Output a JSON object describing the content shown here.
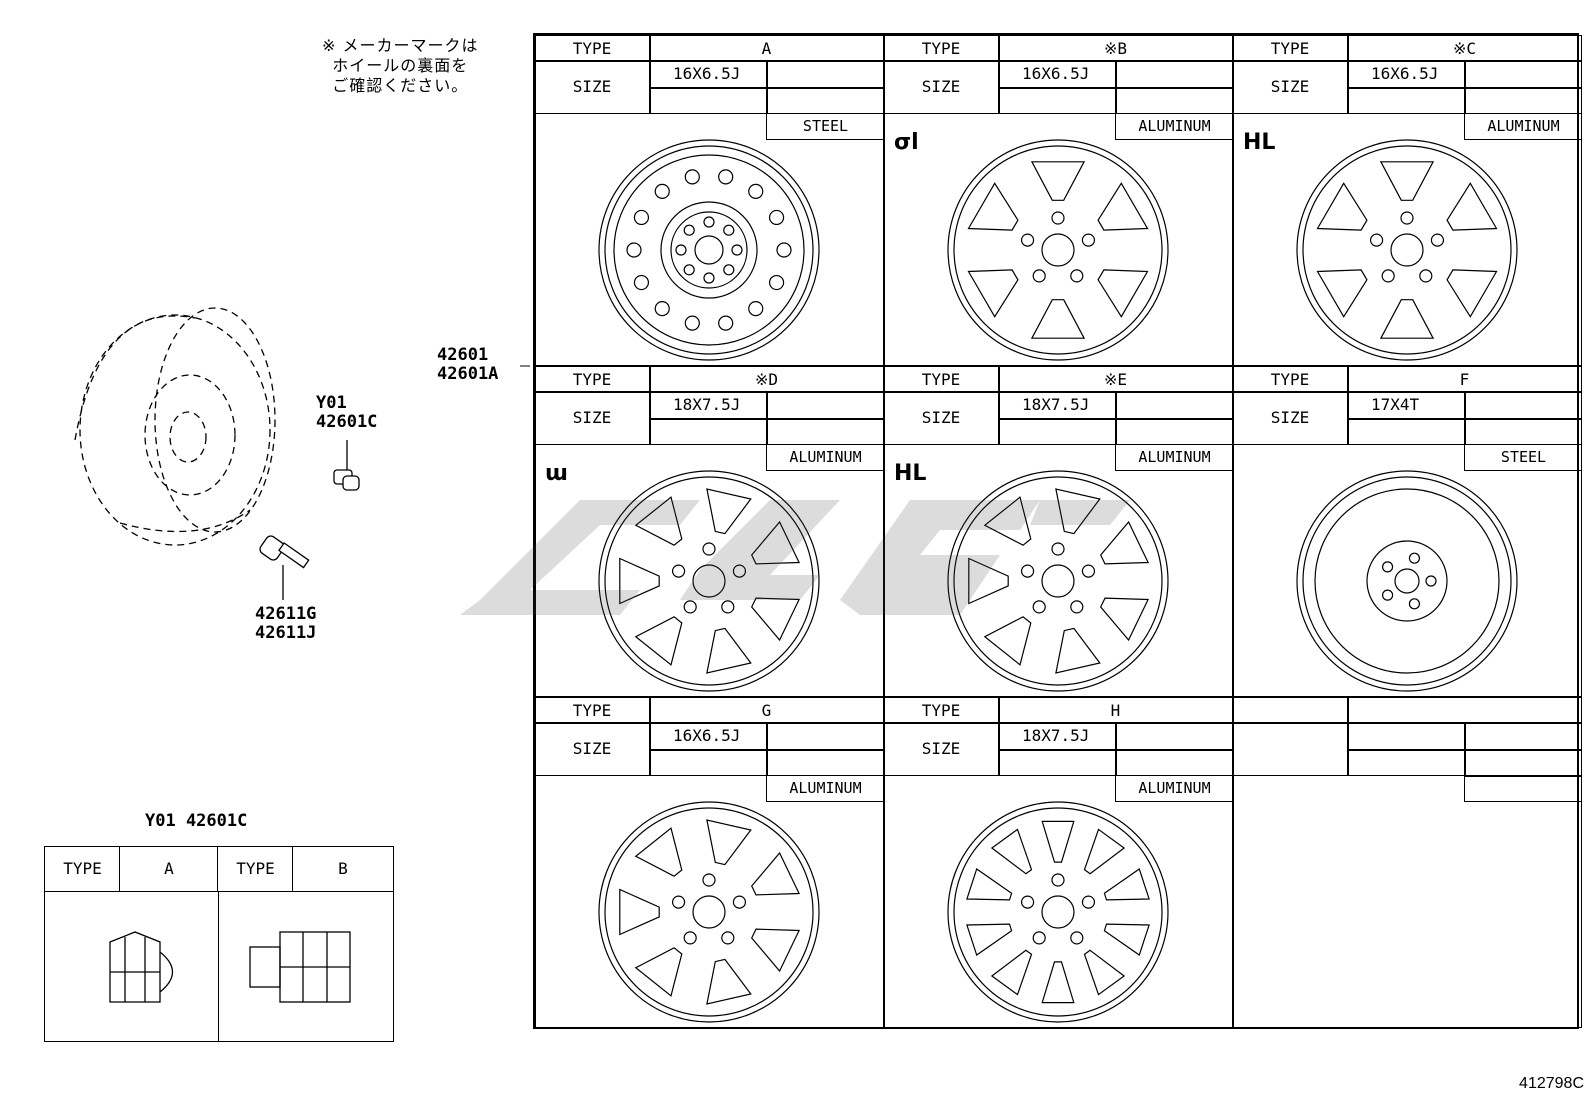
{
  "note": {
    "line1": "※ メーカーマークは",
    "line2": "ホイールの裏面を",
    "line3": "ご確認ください。"
  },
  "callouts": {
    "wheel_pn1": "42601",
    "wheel_pn2": "42601A",
    "nut_prefix": "Y01",
    "nut_pn": "42601C",
    "valve_pn1": "42611G",
    "valve_pn2": "42611J"
  },
  "labels": {
    "type": "TYPE",
    "size": "SIZE"
  },
  "wheels": [
    {
      "type": "A",
      "size": "16X6.5J",
      "material": "STEEL",
      "mark": ""
    },
    {
      "type": "※B",
      "size": "16X6.5J",
      "material": "ALUMINUM",
      "mark": "σl"
    },
    {
      "type": "※C",
      "size": "16X6.5J",
      "material": "ALUMINUM",
      "mark": "HL"
    },
    {
      "type": "※D",
      "size": "18X7.5J",
      "material": "ALUMINUM",
      "mark": "ɯ"
    },
    {
      "type": "※E",
      "size": "18X7.5J",
      "material": "ALUMINUM",
      "mark": "HL"
    },
    {
      "type": "F",
      "size": "17X4T",
      "material": "STEEL",
      "mark": ""
    },
    {
      "type": "G",
      "size": "16X6.5J",
      "material": "ALUMINUM",
      "mark": ""
    },
    {
      "type": "H",
      "size": "18X7.5J",
      "material": "ALUMINUM",
      "mark": ""
    }
  ],
  "nut_table": {
    "title": "Y01 42601C",
    "type_a": "A",
    "type_b": "B"
  },
  "reference": "412798C"
}
